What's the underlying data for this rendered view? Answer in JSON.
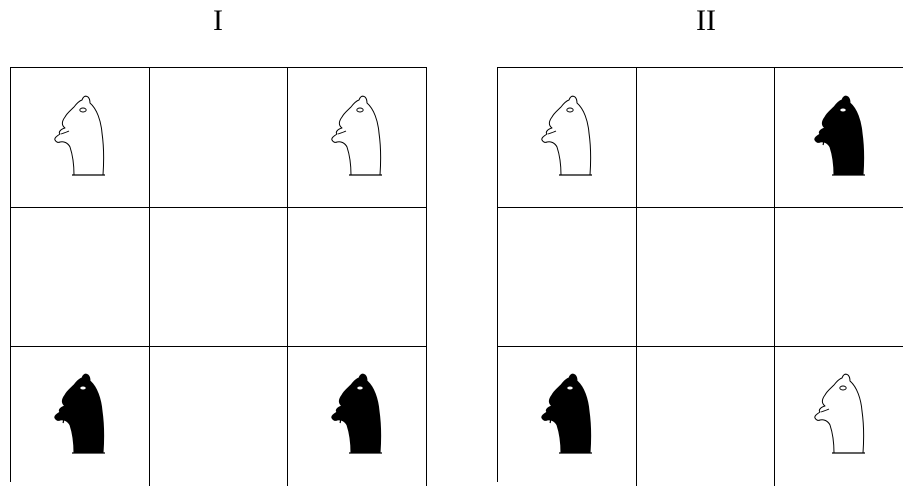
{
  "boards": [
    {
      "title": "I",
      "cells": [
        [
          "white-knight",
          "",
          "white-knight"
        ],
        [
          "",
          "",
          ""
        ],
        [
          "black-knight",
          "",
          "black-knight"
        ]
      ]
    },
    {
      "title": "II",
      "cells": [
        [
          "white-knight",
          "",
          "black-knight"
        ],
        [
          "",
          "",
          ""
        ],
        [
          "black-knight",
          "",
          "white-knight"
        ]
      ]
    }
  ],
  "colors": {
    "grid": "#000000",
    "white_piece_fill": "#ffffff",
    "black_piece_fill": "#000000"
  }
}
